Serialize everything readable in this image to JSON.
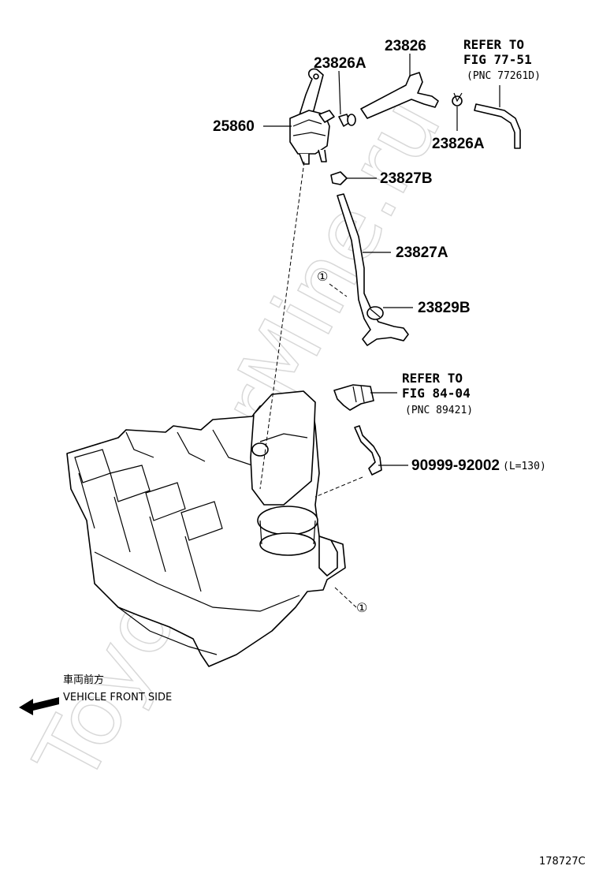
{
  "labels": {
    "p23826": "23826",
    "p23826A_top": "23826A",
    "p23826A_right": "23826A",
    "p25860": "25860",
    "p23827B": "23827B",
    "p23827A": "23827A",
    "p23829B": "23829B",
    "p90999": "90999-92002",
    "p90999_len": "(L=130)"
  },
  "refs": {
    "ref1_line1": "REFER TO",
    "ref1_line2": "FIG 77-51",
    "ref1_line3": "(PNC 77261D)",
    "ref2_line1": "REFER TO",
    "ref2_line2": "FIG 84-04",
    "ref2_line3": "(PNC 89421)"
  },
  "callouts": {
    "c1_upper": "①",
    "c1_lower": "①"
  },
  "direction": {
    "japanese": "車両前方",
    "english": "VEHICLE FRONT SIDE"
  },
  "watermark": "ToyotaCarMine.ru",
  "figure_id": "178727C"
}
